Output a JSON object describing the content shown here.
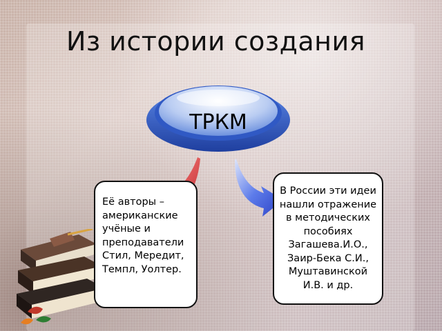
{
  "title": "Из истории создания",
  "center_node": {
    "label": "ТРКМ"
  },
  "left_box": {
    "text": "Её авторы – американские учёные и преподаватели Стил, Мередит, Темпл, Уолтер."
  },
  "right_box": {
    "text": "В России эти идеи нашли отражение в методических пособиях Загашева.И.О., Заир-Бека С.И., Муштавинской И.В. и др."
  },
  "colors": {
    "node_blue": "#3d6fd6",
    "arrow_red": "#d8474a",
    "arrow_blue": "#4464e0"
  }
}
